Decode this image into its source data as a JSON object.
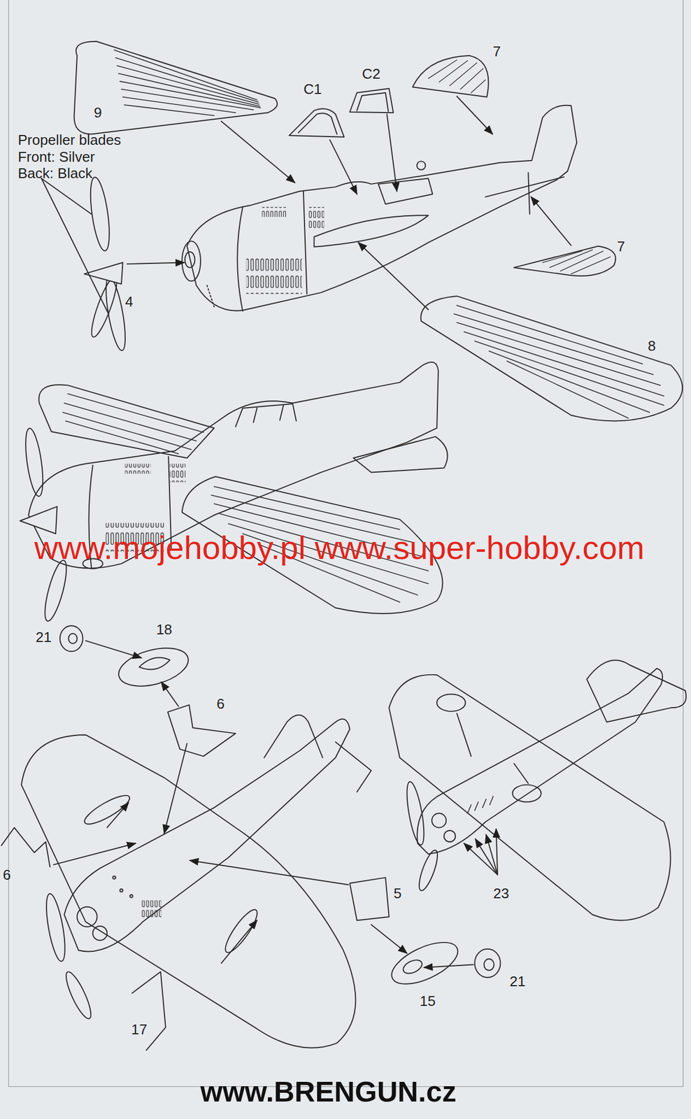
{
  "diagram": {
    "labels": [
      "9",
      "Propeller blades",
      "Front: Silver",
      "Back: Black",
      "C1",
      "C2",
      "7",
      "7",
      "4",
      "8",
      "www.mojehobby.pl www.super-hobby.com",
      "21",
      "18",
      "6",
      "6",
      "5",
      "23",
      "21",
      "15",
      "17",
      "www.BRENGUN.cz"
    ]
  }
}
